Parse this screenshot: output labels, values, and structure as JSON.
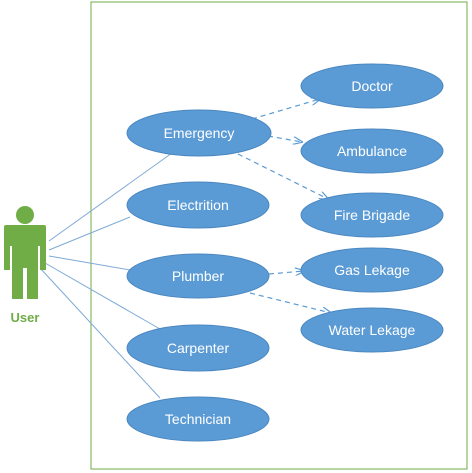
{
  "colors": {
    "usecase_fill": "#5b9bd5",
    "usecase_stroke": "#4a87c0",
    "usecase_text": "#ffffff",
    "association_line": "#7eaad6",
    "dependency_line": "#5b9bd5",
    "actor": "#70ad47",
    "boundary": "#70ad47"
  },
  "actor": {
    "label": "User",
    "icon": "person-icon"
  },
  "use_cases": {
    "emergency": "Emergency",
    "electrition": "Electrition",
    "plumber": "Plumber",
    "carpenter": "Carpenter",
    "technician": "Technician",
    "doctor": "Doctor",
    "ambulance": "Ambulance",
    "fire_brigade": "Fire Brigade",
    "gas_lekage": "Gas Lekage",
    "water_lekage": "Water Lekage"
  },
  "associations": [
    {
      "from": "actor",
      "to": "emergency"
    },
    {
      "from": "actor",
      "to": "electrition"
    },
    {
      "from": "actor",
      "to": "plumber"
    },
    {
      "from": "actor",
      "to": "carpenter"
    },
    {
      "from": "actor",
      "to": "technician"
    }
  ],
  "dependencies": [
    {
      "from": "emergency",
      "to": "doctor"
    },
    {
      "from": "emergency",
      "to": "ambulance"
    },
    {
      "from": "emergency",
      "to": "fire_brigade"
    },
    {
      "from": "plumber",
      "to": "gas_lekage"
    },
    {
      "from": "plumber",
      "to": "water_lekage"
    }
  ]
}
